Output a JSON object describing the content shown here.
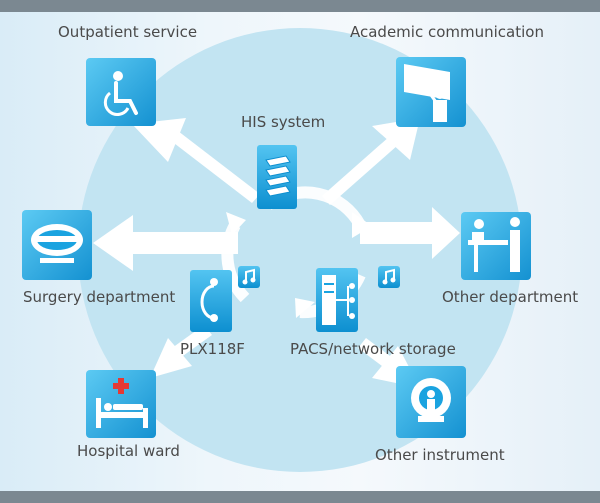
{
  "center": {
    "label": "HIS system",
    "icon": "server-stack-icon"
  },
  "nodes": {
    "outpatient": {
      "label": "Outpatient service",
      "icon": "wheelchair-icon"
    },
    "academic": {
      "label": "Academic communication",
      "icon": "presentation-icon"
    },
    "surgery": {
      "label": "Surgery department",
      "icon": "surgery-bed-icon"
    },
    "other_department": {
      "label": "Other department",
      "icon": "reception-desk-icon"
    },
    "plx": {
      "label": "PLX118F",
      "icon": "ultrasound-probe-icon"
    },
    "pacs": {
      "label": "PACS/network storage",
      "icon": "server-rack-icon"
    },
    "ward": {
      "label": "Hospital ward",
      "icon": "hospital-bed-icon"
    },
    "other_instrument": {
      "label": "Other instrument",
      "icon": "ct-scanner-icon"
    }
  },
  "colors": {
    "circle": "#c2e4f2",
    "icon_tile": "#1aa3e0",
    "arrow": "#ffffff",
    "text": "#4a4a4a",
    "frame": "#7b8891"
  }
}
